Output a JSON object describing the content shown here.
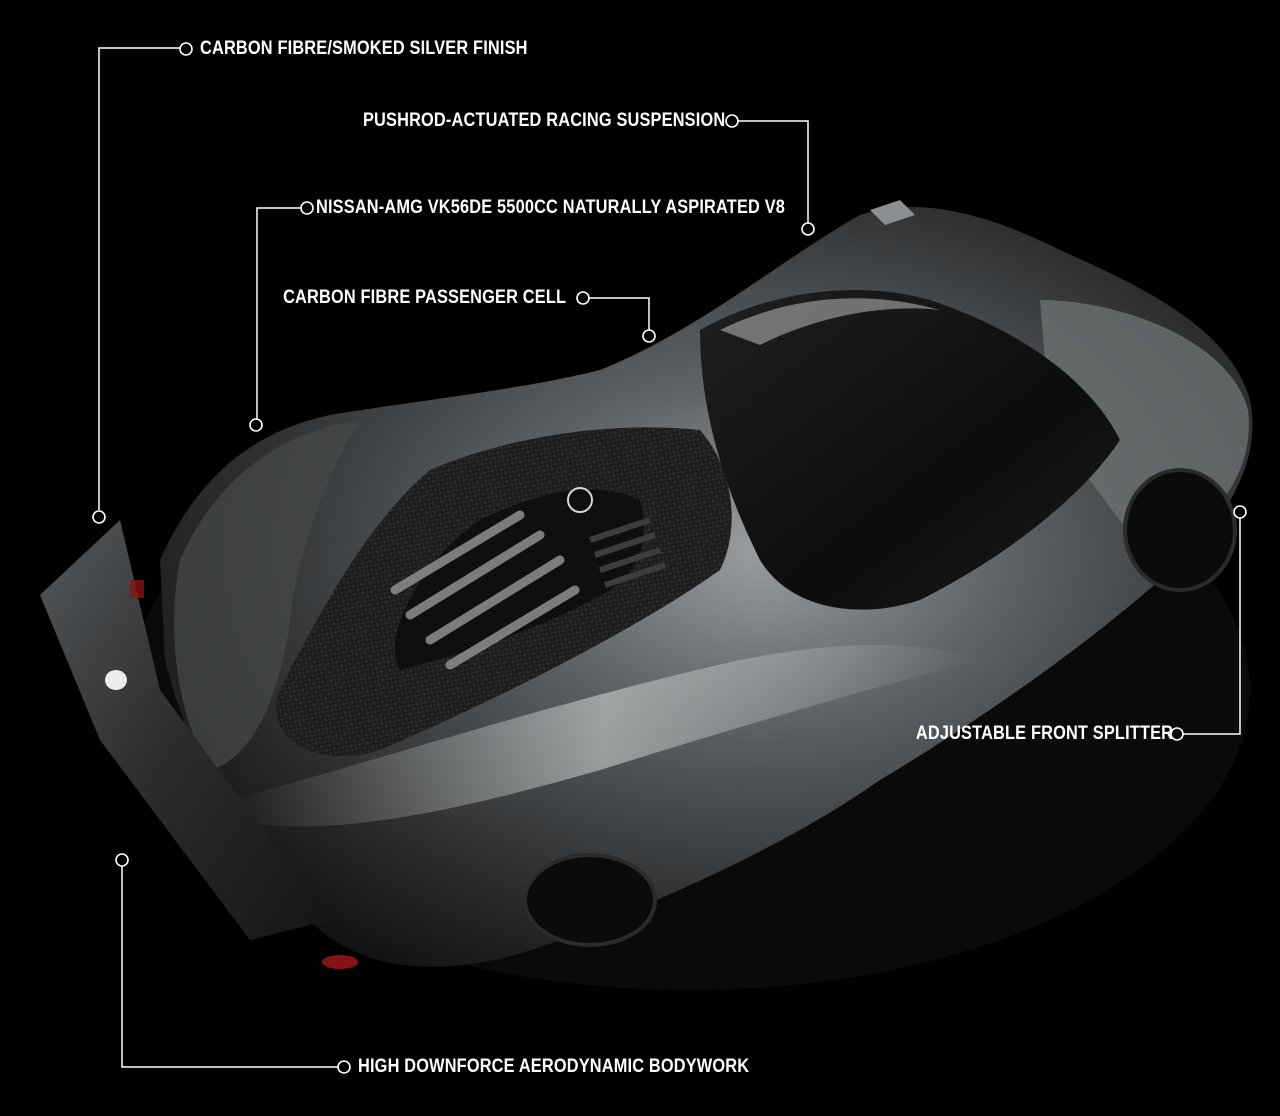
{
  "image": {
    "subject": "supercar-render-top-view",
    "background_color": "#000000",
    "line_color": "#ffffff"
  },
  "callouts": [
    {
      "id": "finish",
      "text": "CARBON FIBRE/SMOKED SILVER FINISH"
    },
    {
      "id": "suspension",
      "text": "PUSHROD-ACTUATED RACING SUSPENSION"
    },
    {
      "id": "engine",
      "text": "NISSAN-AMG VK56DE 5500CC NATURALLY ASPIRATED V8"
    },
    {
      "id": "cell",
      "text": "CARBON FIBRE PASSENGER CELL"
    },
    {
      "id": "splitter",
      "text": "ADJUSTABLE FRONT SPLITTER"
    },
    {
      "id": "bodywork",
      "text": "HIGH DOWNFORCE AERODYNAMIC BODYWORK"
    }
  ]
}
